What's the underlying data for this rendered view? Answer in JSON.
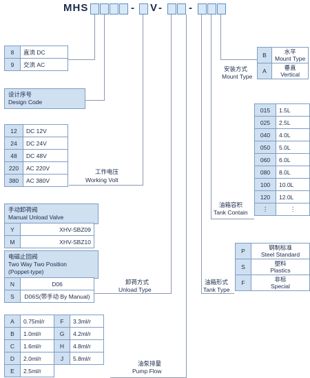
{
  "model": {
    "prefix": "MHS",
    "dash": "-",
    "v": "V"
  },
  "current": [
    {
      "code": "8",
      "desc": "直流 DC"
    },
    {
      "code": "9",
      "desc": "交流 AC"
    }
  ],
  "design_code": {
    "cn": "设计序号",
    "en": "Design Code"
  },
  "volt": {
    "rows": [
      {
        "code": "12",
        "desc": "DC 12V"
      },
      {
        "code": "24",
        "desc": "DC 24V"
      },
      {
        "code": "48",
        "desc": "DC 48V"
      },
      {
        "code": "220",
        "desc": "AC 220V"
      },
      {
        "code": "380",
        "desc": "AC 380V"
      }
    ],
    "cn": "工作电压",
    "en": "Working Volt"
  },
  "unload": {
    "manual_cn": "手动卸荷阀",
    "manual_en": "Manual Unload Valve",
    "manual_rows": [
      {
        "code": "Y",
        "desc": "XHV-SBZ09"
      },
      {
        "code": "M",
        "desc": "XHV-SBZ10"
      }
    ],
    "sol_cn": "电磁止回阀",
    "sol_en1": "Two Way Two Position",
    "sol_en2": "(Poppet-type)",
    "sol_rows": [
      {
        "code": "N",
        "desc": "D06"
      },
      {
        "code": "S",
        "desc": "D06S(带手动 By Manual)"
      }
    ],
    "cn": "卸荷方式",
    "en": "Unload Type"
  },
  "pump": {
    "rows": [
      {
        "c1": "A",
        "v1": "0.75ml/r",
        "c2": "F",
        "v2": "3.3ml/r"
      },
      {
        "c1": "B",
        "v1": "1.0ml/r",
        "c2": "G",
        "v2": "4.2ml/r"
      },
      {
        "c1": "C",
        "v1": "1.6ml/r",
        "c2": "H",
        "v2": "4.8ml/r"
      },
      {
        "c1": "D",
        "v1": "2.0ml/r",
        "c2": "J",
        "v2": "5.8ml/r"
      },
      {
        "c1": "E",
        "v1": "2.5ml/r",
        "c2": "",
        "v2": ""
      }
    ],
    "cn": "油泵排量",
    "en": "Pump Flow"
  },
  "mount": {
    "rows": [
      {
        "code": "B",
        "cn": "水平",
        "en": "Mount Type"
      },
      {
        "code": "A",
        "cn": "垂直",
        "en": "Vertical"
      }
    ],
    "cn": "安装方式",
    "en": "Mount Type"
  },
  "tank": {
    "rows": [
      {
        "code": "015",
        "desc": "1.5L"
      },
      {
        "code": "025",
        "desc": "2.5L"
      },
      {
        "code": "040",
        "desc": "4.0L"
      },
      {
        "code": "050",
        "desc": "5.0L"
      },
      {
        "code": "060",
        "desc": "6.0L"
      },
      {
        "code": "080",
        "desc": "8.0L"
      },
      {
        "code": "100",
        "desc": "10.0L"
      },
      {
        "code": "120",
        "desc": "12.0L"
      },
      {
        "code": "⋮",
        "desc": "⋮"
      }
    ],
    "cn": "油箱容积",
    "en": "Tank Contain"
  },
  "tank_type": {
    "rows": [
      {
        "code": "P",
        "cn": "钢制标准",
        "en": "Steel Standard"
      },
      {
        "code": "S",
        "cn": "塑料",
        "en": "Plastics"
      },
      {
        "code": "F",
        "cn": "非标",
        "en": "Special"
      }
    ],
    "cn": "油箱形式",
    "en": "Tank Type"
  }
}
